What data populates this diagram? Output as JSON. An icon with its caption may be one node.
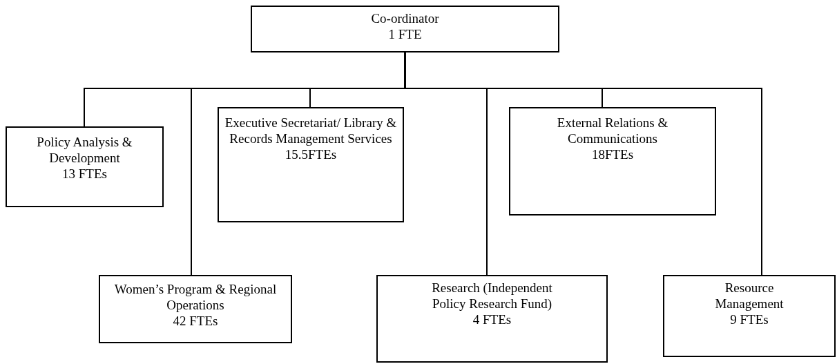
{
  "diagram": {
    "nodes": [
      {
        "text": [
          "Co-ordinator",
          "1 FTE"
        ]
      },
      {
        "text": [
          "Policy Analysis & Development",
          "13 FTEs"
        ]
      },
      {
        "text": [
          "Women’s Program & Regional Operations",
          "42 FTEs"
        ]
      },
      {
        "text": [
          "Executive Secretariat/ Library & Records Management Services",
          "15.5FTEs"
        ]
      },
      {
        "text": [
          "Research (Independent Policy Research Fund)",
          "4 FTEs"
        ]
      },
      {
        "text": [
          "External Relations & Communications",
          "18FTEs"
        ]
      },
      {
        "text": [
          "Resource Management",
          "9 FTEs"
        ]
      }
    ],
    "edges": [
      {
        "from": 0,
        "to": 1,
        "arrow": "none"
      },
      {
        "from": 0,
        "to": 2,
        "arrow": "none"
      },
      {
        "from": 0,
        "to": 3,
        "arrow": "none"
      },
      {
        "from": 0,
        "to": 4,
        "arrow": "none"
      },
      {
        "from": 0,
        "to": 5,
        "arrow": "none"
      },
      {
        "from": 0,
        "to": 6,
        "arrow": "none"
      }
    ]
  }
}
